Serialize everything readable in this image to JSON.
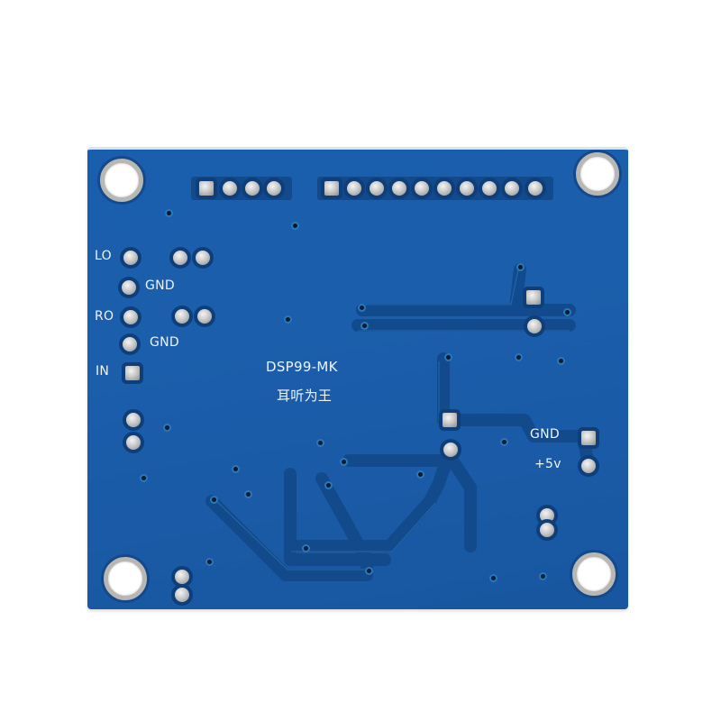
{
  "photo": {
    "subject": "PCB back side",
    "board_color": "#1b5eab",
    "background_color": "#ffffff"
  },
  "silkscreen": {
    "model": "DSP99-MK",
    "chinese_label": "耳听为王",
    "pins_left": {
      "lo": "LO",
      "gnd1": "GND",
      "ro": "RO",
      "gnd2": "GND",
      "in": "IN"
    },
    "power": {
      "gnd": "GND",
      "plus5v": "+5v"
    }
  },
  "headers": {
    "top_left_count": 4,
    "top_right_count": 10
  }
}
